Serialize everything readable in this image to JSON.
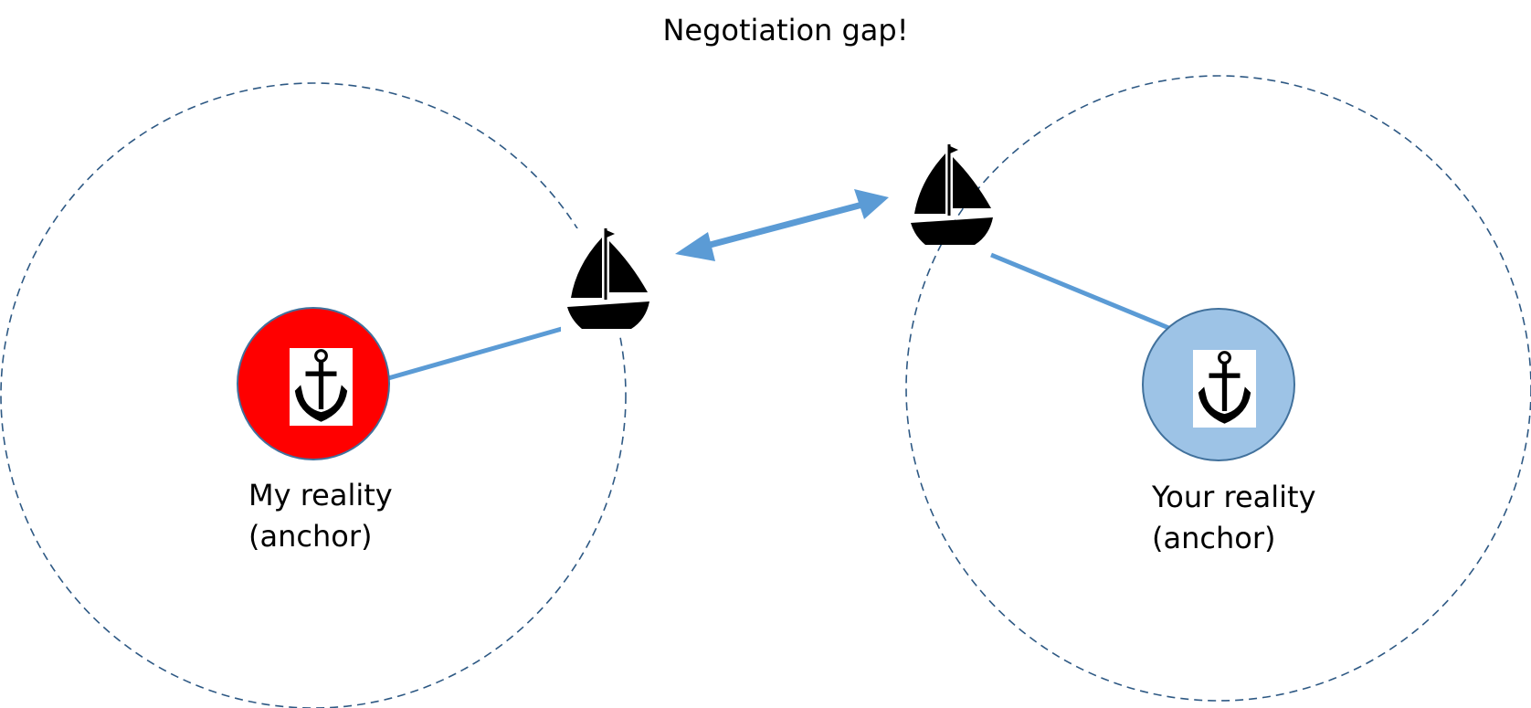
{
  "title": "Negotiation gap!",
  "left": {
    "label_line1": "My reality",
    "label_line2": "(anchor)",
    "anchor_fill": "#ff0000",
    "icon": "anchor-icon",
    "boat_icon": "sailboat-icon"
  },
  "right": {
    "label_line1": "Your reality",
    "label_line2": "(anchor)",
    "anchor_fill": "#9dc3e6",
    "icon": "anchor-icon",
    "boat_icon": "sailboat-icon"
  },
  "colors": {
    "connector": "#5b9bd5",
    "dashed_circle": "#2e5984",
    "anchor_stroke": "#41719c"
  }
}
